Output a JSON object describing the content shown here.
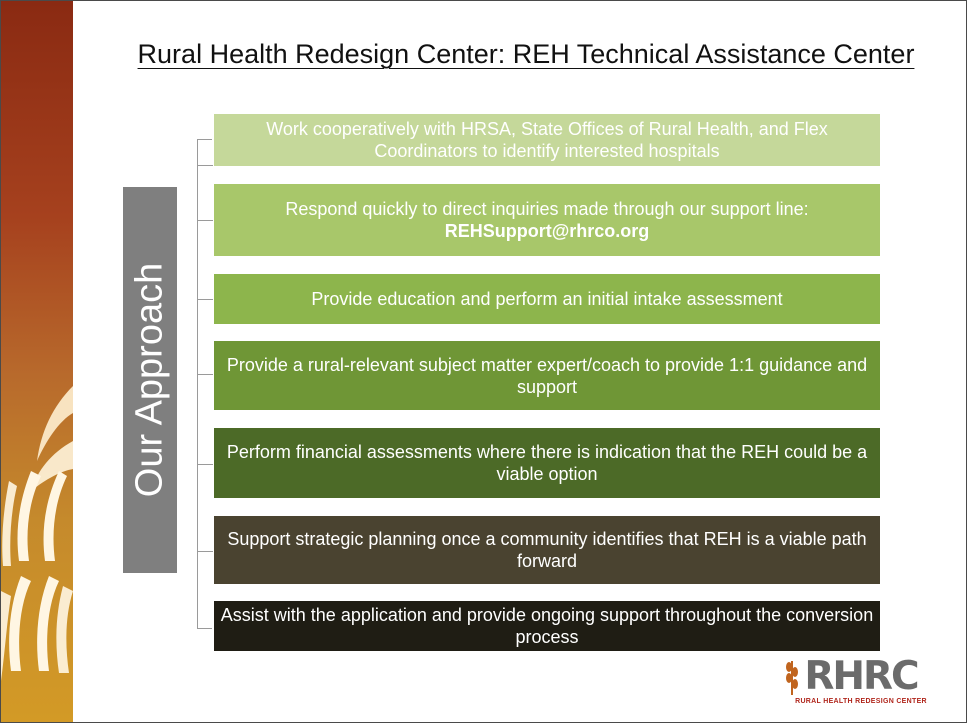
{
  "slide": {
    "title": "Rural Health Redesign Center: REH Technical Assistance Center",
    "section_label": "Our Approach",
    "steps": [
      {
        "text": "Work cooperatively with HRSA, State Offices of Rural Health, and Flex Coordinators to identify interested hospitals",
        "color": "#c5d89a"
      },
      {
        "text": "Respond quickly to direct inquiries made through our support line:",
        "email": "REHSupport@rhrco.org",
        "color": "#a8c76a"
      },
      {
        "text": "Provide education and perform an initial intake assessment",
        "color": "#8db54c"
      },
      {
        "text": "Provide a rural-relevant subject matter expert/coach to provide 1:1 guidance and support",
        "color": "#6f9636"
      },
      {
        "text": "Perform financial assessments where there is indication that the REH could be a viable option",
        "color": "#4c6a27"
      },
      {
        "text": "Support strategic planning once a community identifies that REH is a viable path forward",
        "color": "#4a4330"
      },
      {
        "text": "Assist with the application and provide ongoing support throughout the conversion process",
        "color": "#1f1d14"
      }
    ]
  },
  "logo": {
    "letters": "RHRC",
    "subtitle": "RURAL HEALTH REDESIGN CENTER"
  },
  "colors": {
    "sidebar_top": "#8a2a12",
    "sidebar_bottom": "#d39a26",
    "vertical_box": "#7f7f7f",
    "logo_accent": "#c0641e",
    "logo_subtitle": "#b0261c"
  }
}
